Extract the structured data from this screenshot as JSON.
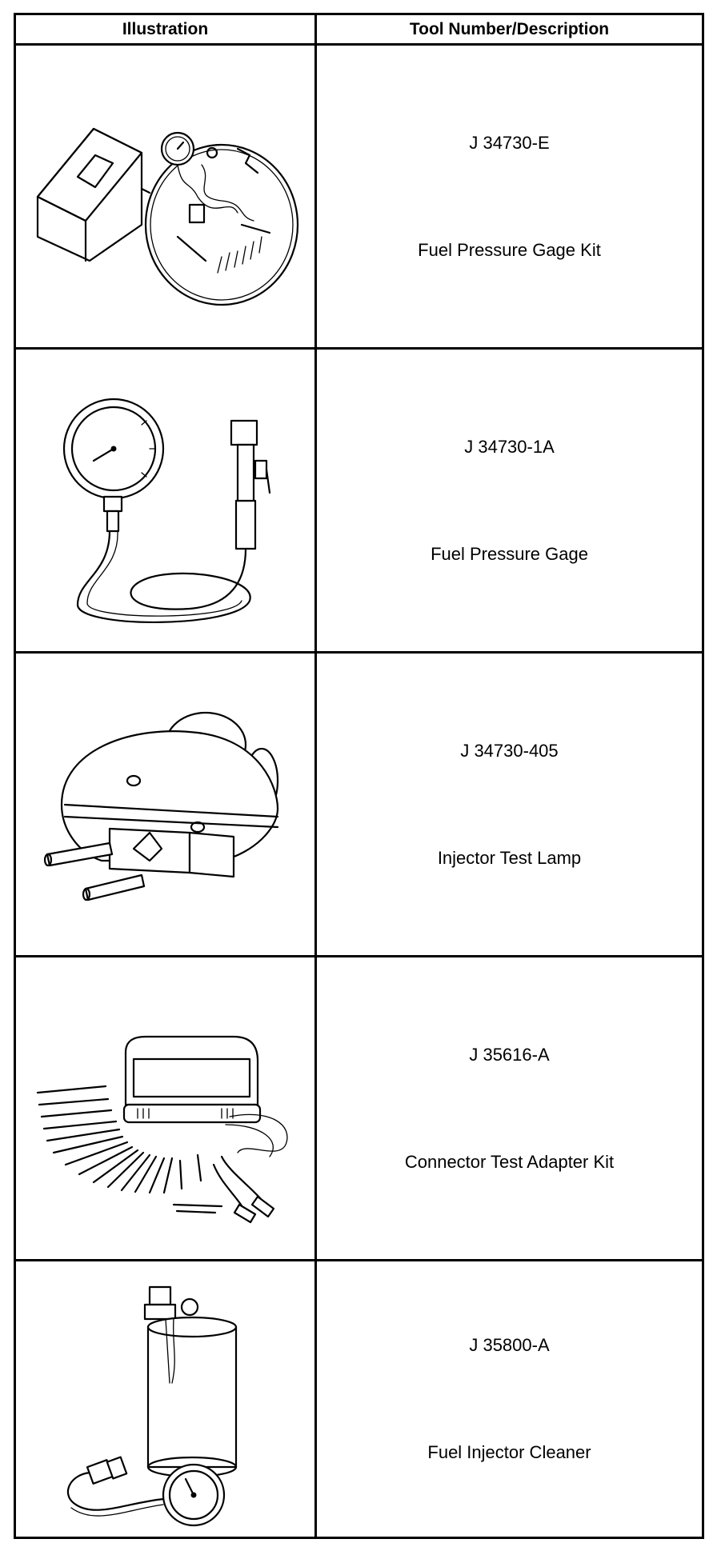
{
  "header": {
    "illustration_label": "Illustration",
    "description_label": "Tool Number/Description"
  },
  "tools": [
    {
      "number": "J 34730-E",
      "description": "Fuel Pressure Gage Kit",
      "icon": "fuel-pressure-gage-kit-icon"
    },
    {
      "number": "J 34730-1A",
      "description": "Fuel Pressure Gage",
      "icon": "fuel-pressure-gage-icon"
    },
    {
      "number": "J 34730-405",
      "description": "Injector Test Lamp",
      "icon": "injector-test-lamp-icon"
    },
    {
      "number": "J 35616-A",
      "description": "Connector Test Adapter Kit",
      "icon": "connector-test-adapter-kit-icon"
    },
    {
      "number": "J 35800-A",
      "description": "Fuel Injector Cleaner",
      "icon": "fuel-injector-cleaner-icon"
    }
  ]
}
